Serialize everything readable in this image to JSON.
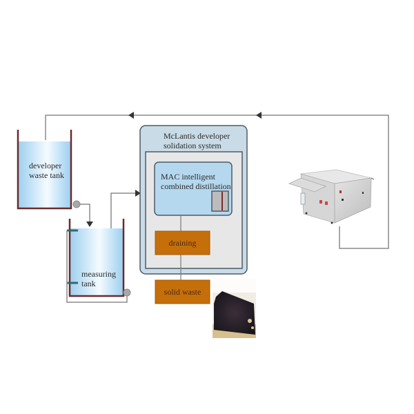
{
  "diagram": {
    "title": "McLantis developer solidation process flow",
    "nodes": {
      "developer_waste_tank": {
        "label_line1": "developer",
        "label_line2": "waste tank"
      },
      "measuring_tank": {
        "label_line1": "measuring",
        "label_line2": "tank"
      },
      "system": {
        "label_line1": "McLantis developer",
        "label_line2": "solidation system"
      },
      "distillation": {
        "label_line1": "MAC intelligent",
        "label_line2": "combined distillation"
      },
      "draining": {
        "label": "draining"
      },
      "solid_waste": {
        "label": "solid waste"
      },
      "plate_processor": {
        "label": "plate processor machine (image)"
      },
      "solid_waste_photo": {
        "label": "solid waste photo (image)"
      }
    },
    "colors": {
      "line": "#8a8a8a",
      "arrow": "#333333",
      "tank_wall": "#6b2a2a",
      "liquid": "#a9d6f2",
      "system_outer": "#c9dbe6",
      "system_inner": "#e6e6e6",
      "distillation_fill": "#b5d8ee",
      "process_box": "#c56f0a",
      "process_text": "#4a2a10"
    }
  }
}
